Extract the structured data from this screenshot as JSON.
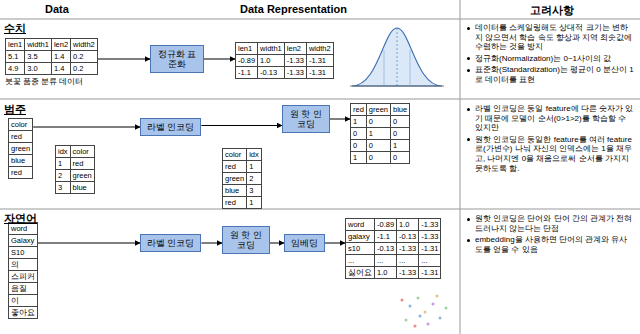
{
  "diagram": {
    "nodes": [
      {
        "text": [
          "len1",
          "width1",
          "len2",
          "width2",
          "5.1",
          "3.5",
          "1.4",
          "0.2",
          "4.9",
          "3.0",
          "1.4",
          "0.2"
        ]
      },
      {
        "text": [
          "정규화 표준화"
        ]
      },
      {
        "text": [
          "len1",
          "width1",
          "len2",
          "width2",
          "-0.89",
          "1.0",
          "-1.33",
          "-1.31",
          "-1.1",
          "-0.13",
          "-1.33",
          "-1.31"
        ]
      },
      {
        "text": [
          "color",
          "red",
          "green",
          "blue",
          "red"
        ]
      },
      {
        "text": [
          "idx",
          "color",
          "1",
          "red",
          "2",
          "green",
          "3",
          "blue"
        ]
      },
      {
        "text": [
          "라벨 인코딩"
        ]
      },
      {
        "text": [
          "color",
          "idx",
          "red",
          "1",
          "green",
          "2",
          "blue",
          "3",
          "red",
          "1"
        ]
      },
      {
        "text": [
          "원 핫 인코딩"
        ]
      },
      {
        "text": [
          "red",
          "green",
          "blue",
          "1",
          "0",
          "0",
          "0",
          "1",
          "0",
          "0",
          "0",
          "1",
          "1",
          "0",
          "0"
        ]
      },
      {
        "text": [
          "word",
          "Galaxy",
          "S10",
          "의",
          "스피커",
          "음질",
          "이",
          "좋아요"
        ]
      },
      {
        "text": [
          "라벨 인코딩"
        ]
      },
      {
        "text": [
          "원 핫 인코딩"
        ]
      },
      {
        "text": [
          "임베딩"
        ]
      },
      {
        "text": [
          "word",
          "-0.89",
          "1.0",
          "-1.33",
          "galaxy",
          "-1.1",
          "-0.13",
          "-1.33",
          "s10",
          "-0.13",
          "-1.33",
          "-1.31",
          "...",
          "...",
          "...",
          "...",
          "싫어요",
          "1.0",
          "-1.33",
          "-1.31"
        ]
      }
    ],
    "edges": [
      {
        "from": 0,
        "to": 1,
        "arrow": "to"
      },
      {
        "from": 1,
        "to": 2,
        "arrow": "to"
      },
      {
        "from": 3,
        "to": 5,
        "arrow": "to"
      },
      {
        "from": 5,
        "to": 7,
        "arrow": "to"
      },
      {
        "from": 7,
        "to": 8,
        "arrow": "to"
      },
      {
        "from": 9,
        "to": 10,
        "arrow": "to"
      },
      {
        "from": 10,
        "to": 11,
        "arrow": "to"
      },
      {
        "from": 11,
        "to": 12,
        "arrow": "to"
      },
      {
        "from": 12,
        "to": 13,
        "arrow": "to"
      }
    ],
    "labels": [
      "Data",
      "Data Representation",
      "고려사항",
      "수치",
      "붓꽃 품종 분류 데이터",
      "데이터를 스케일링해도 상대적 크기는 변하지 않으면서 학습 속도 향상과 지역 최솟값에 수렴하는 것을 방지",
      "정규화(Normalization)는 0~1사이의 값",
      "표준화(Standardization)는 평균이 0 분산이 1로 데이터를 표현",
      "범주",
      "라벨 인코딩은 동일 feature에 다른 숫자가 있기 때문에 모델이 순서(0>1>2)를 학습할 수 있지만",
      "원핫 인코딩은 동일한 feature를 여러 feature로(가변수) 나눠 자신의 인덱스에는 1을 채우고, 나머지엔 0을 채움으로써 순서를 가지지 못하도록 함.",
      "자연어",
      "원핫 인코딩은 단어와 단어 간의 관계가 전혀 드러나지 않는다는 단점",
      "embedding을 사용하면 단어의 관계와 유사도를 얻을 수 있음"
    ]
  }
}
